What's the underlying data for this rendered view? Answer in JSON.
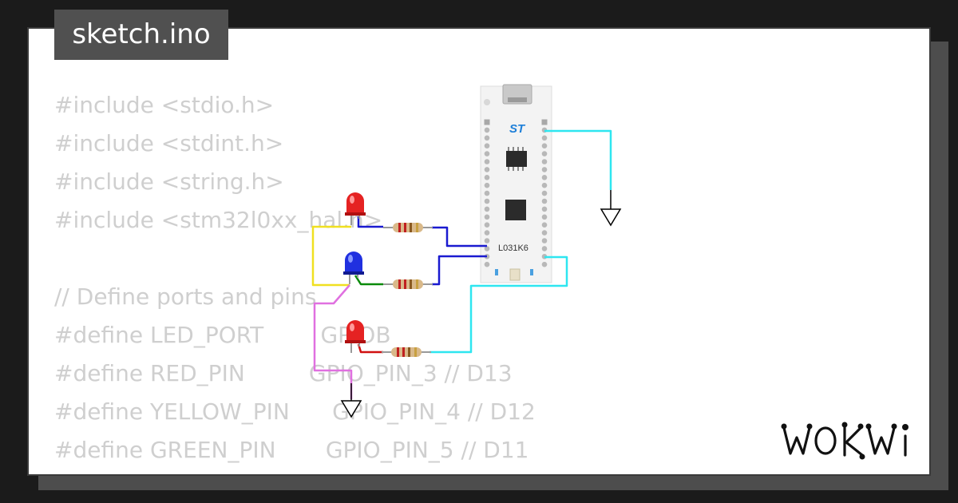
{
  "file": {
    "name": "sketch.ino"
  },
  "code_lines": [
    "#include <stdio.h>",
    "#include <stdint.h>",
    "#include <string.h>",
    "#include <stm32l0xx_hal.h>",
    "",
    "// Define ports and pins",
    "#define LED_PORT        GPIOB",
    "#define RED_PIN         GPIO_PIN_3 // D13",
    "#define YELLOW_PIN      GPIO_PIN_4 // D12",
    "#define GREEN_PIN       GPIO_PIN_5 // D11"
  ],
  "board": {
    "model": "L031K6",
    "logo": "ST"
  },
  "components": {
    "leds": [
      {
        "name": "red-led-top",
        "color": "#e52222"
      },
      {
        "name": "blue-led",
        "color": "#2030e0"
      },
      {
        "name": "red-led-bottom",
        "color": "#e52222"
      }
    ],
    "resistors": 3,
    "ground_symbols": 2
  },
  "wire_colors": {
    "cyan": "#2ee6f0",
    "blue": "#1a1ad0",
    "green": "#0a8a0a",
    "red": "#d01010",
    "yellow": "#f0e020",
    "pink": "#e070e0"
  },
  "brand": {
    "logo_text": "WOKWi"
  }
}
